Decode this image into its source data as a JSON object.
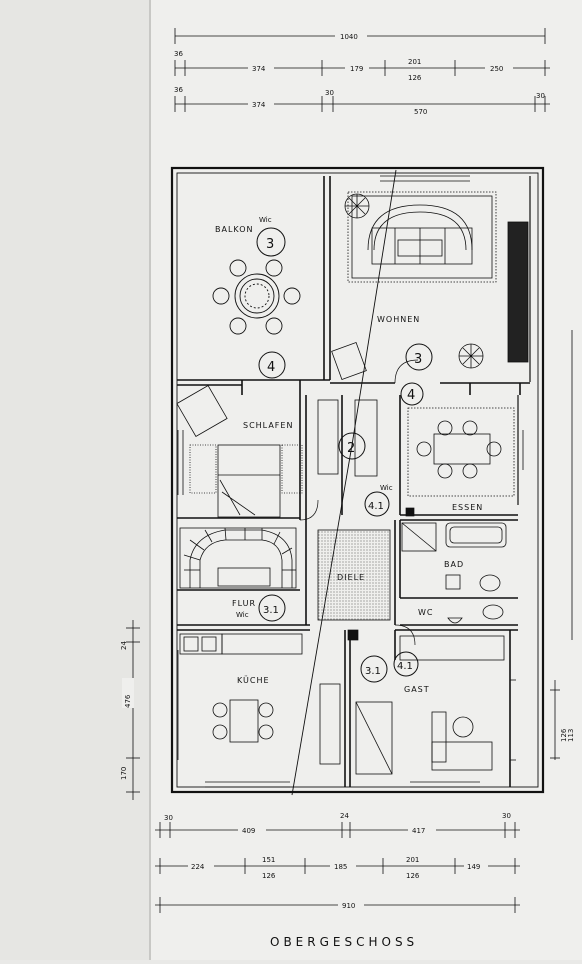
{
  "rooms": {
    "balkon": "BALKON",
    "wohnen": "WOHNEN",
    "schlafen": "SCHLAFEN",
    "essen": "ESSEN",
    "bad": "BAD",
    "diele": "DIELE",
    "flur": "FLUR",
    "wc": "WC",
    "kueche": "KÜCHE",
    "gast": "GAST"
  },
  "markers": {
    "m_balkon": "3",
    "m_wohnen_3": "3",
    "m_wohnen_4": "4",
    "m_schlafen_4": "4",
    "m_center_2": "2",
    "m_essen_41": "4.1",
    "m_flur_31": "3.1",
    "m_kueche_31": "3.1",
    "m_gast_41": "4.1"
  },
  "notes": {
    "balkon_wic": "Wic",
    "essen_wic": "Wic",
    "flur_wic": "Wic"
  },
  "top_dims": {
    "total": "1040",
    "r2": [
      "36",
      "374",
      "179",
      "201",
      "126",
      "250"
    ],
    "r3": [
      "36",
      "374",
      "30",
      "570",
      "30"
    ]
  },
  "bottom_dims": {
    "r1": [
      "30",
      "409",
      "24",
      "417",
      "30"
    ],
    "r2": [
      "224",
      "151",
      "126",
      "185",
      "201",
      "126",
      "149"
    ],
    "total": "910"
  },
  "left_dims": [
    "24",
    "476",
    "170"
  ],
  "right_dims": [
    "113",
    "126"
  ],
  "title": "OBERGESCHOSS",
  "colors": {
    "paper": "#efefed",
    "ink": "#111111",
    "page_shadow": "#d9d9d6"
  }
}
